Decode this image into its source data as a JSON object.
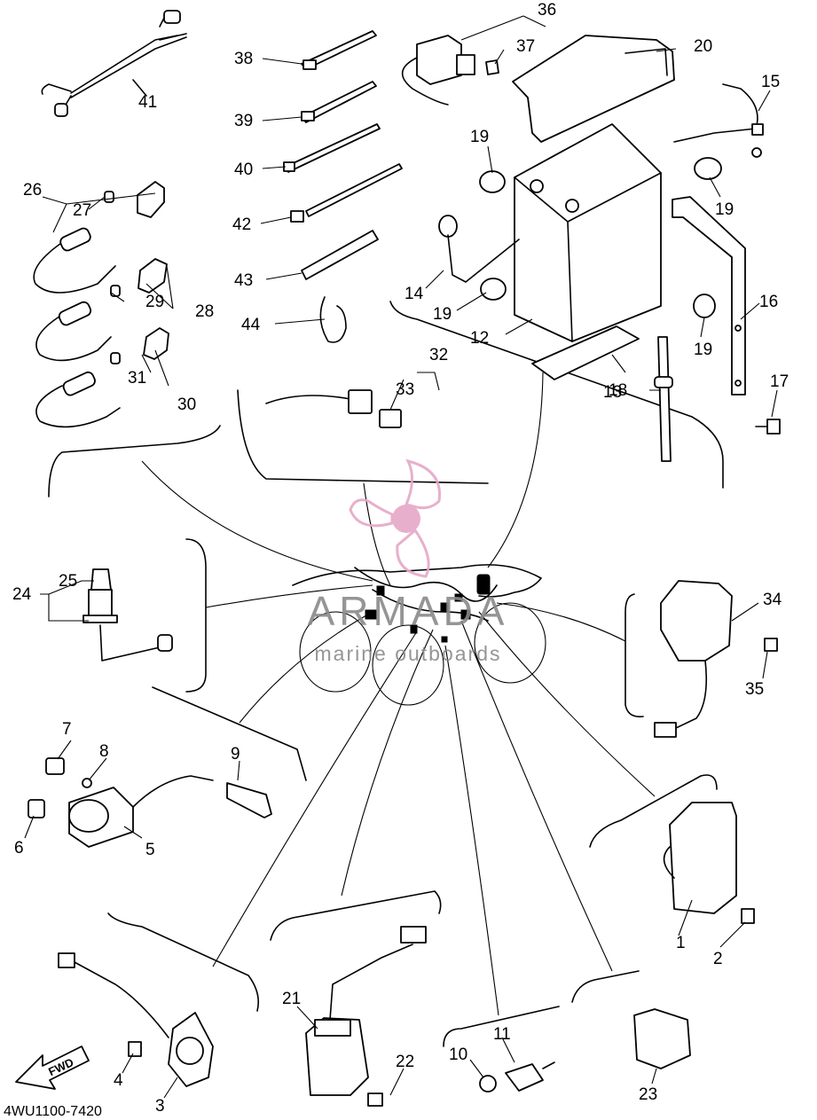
{
  "diagram": {
    "code": "4WU1100-7420",
    "fwd_label": "FWD",
    "part_labels": [
      "1",
      "2",
      "3",
      "4",
      "5",
      "6",
      "7",
      "8",
      "9",
      "10",
      "11",
      "12",
      "13",
      "14",
      "15",
      "16",
      "17",
      "18",
      "19",
      "19",
      "19",
      "19",
      "20",
      "21",
      "22",
      "23",
      "24",
      "25",
      "26",
      "27",
      "28",
      "29",
      "30",
      "31",
      "32",
      "33",
      "34",
      "35",
      "36",
      "37",
      "38",
      "39",
      "40",
      "41",
      "42",
      "43",
      "44"
    ]
  },
  "watermark": {
    "brand": "ARMADA",
    "tagline": "marine outboards",
    "color": "#e6a7c8"
  }
}
